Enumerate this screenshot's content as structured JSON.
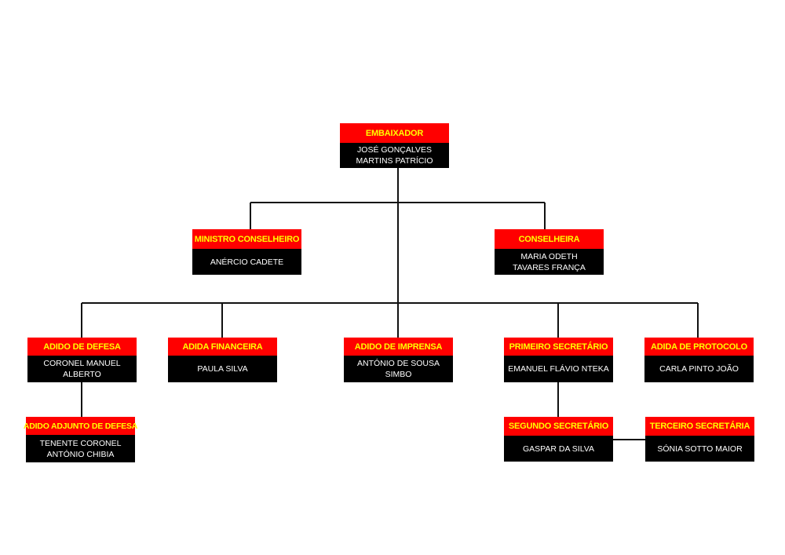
{
  "colors": {
    "title_bg": "#ff0000",
    "title_text": "#ffff00",
    "name_bg": "#000000",
    "name_text": "#ffffff",
    "connector": "#111111"
  },
  "nodes": {
    "embaixador": {
      "title": "EMBAIXADOR",
      "name": [
        "JOSÉ GONÇALVES",
        "MARTINS PATRÍCIO"
      ]
    },
    "ministro_conselheiro": {
      "title": "MINISTRO CONSELHEIRO",
      "name": [
        "ANÉRCIO CADETE"
      ]
    },
    "conselheira": {
      "title": "CONSELHEIRA",
      "name": [
        "MARIA ODETH",
        "TAVARES FRANÇA"
      ]
    },
    "adido_defesa": {
      "title": "ADIDO DE DEFESA",
      "name": [
        "CORONEL MANUEL",
        "ALBERTO"
      ]
    },
    "adida_financeira": {
      "title": "ADIDA FINANCEIRA",
      "name": [
        "PAULA SILVA"
      ]
    },
    "adido_imprensa": {
      "title": "ADIDO DE IMPRENSA",
      "name": [
        "ANTÓNIO DE SOUSA",
        "SIMBO"
      ]
    },
    "primeiro_secretario": {
      "title": "PRIMEIRO SECRETÁRIO",
      "name": [
        "EMANUEL FLÁVIO NTEKA"
      ]
    },
    "adida_protocolo": {
      "title": "ADIDA DE PROTOCOLO",
      "name": [
        "CARLA PINTO JOÃO"
      ]
    },
    "adido_adjunto_defesa": {
      "title": "ADIDO ADJUNTO DE DEFESA",
      "name": [
        "TENENTE CORONEL",
        "ANTÓNIO CHIBIA"
      ]
    },
    "segundo_secretario": {
      "title": "SEGUNDO SECRETÁRIO",
      "name": [
        "GASPAR DA SILVA"
      ]
    },
    "terceiro_secretaria": {
      "title": "TERCEIRO SECRETÁRIA",
      "name": [
        "SÓNIA SOTTO MAIOR"
      ]
    }
  }
}
